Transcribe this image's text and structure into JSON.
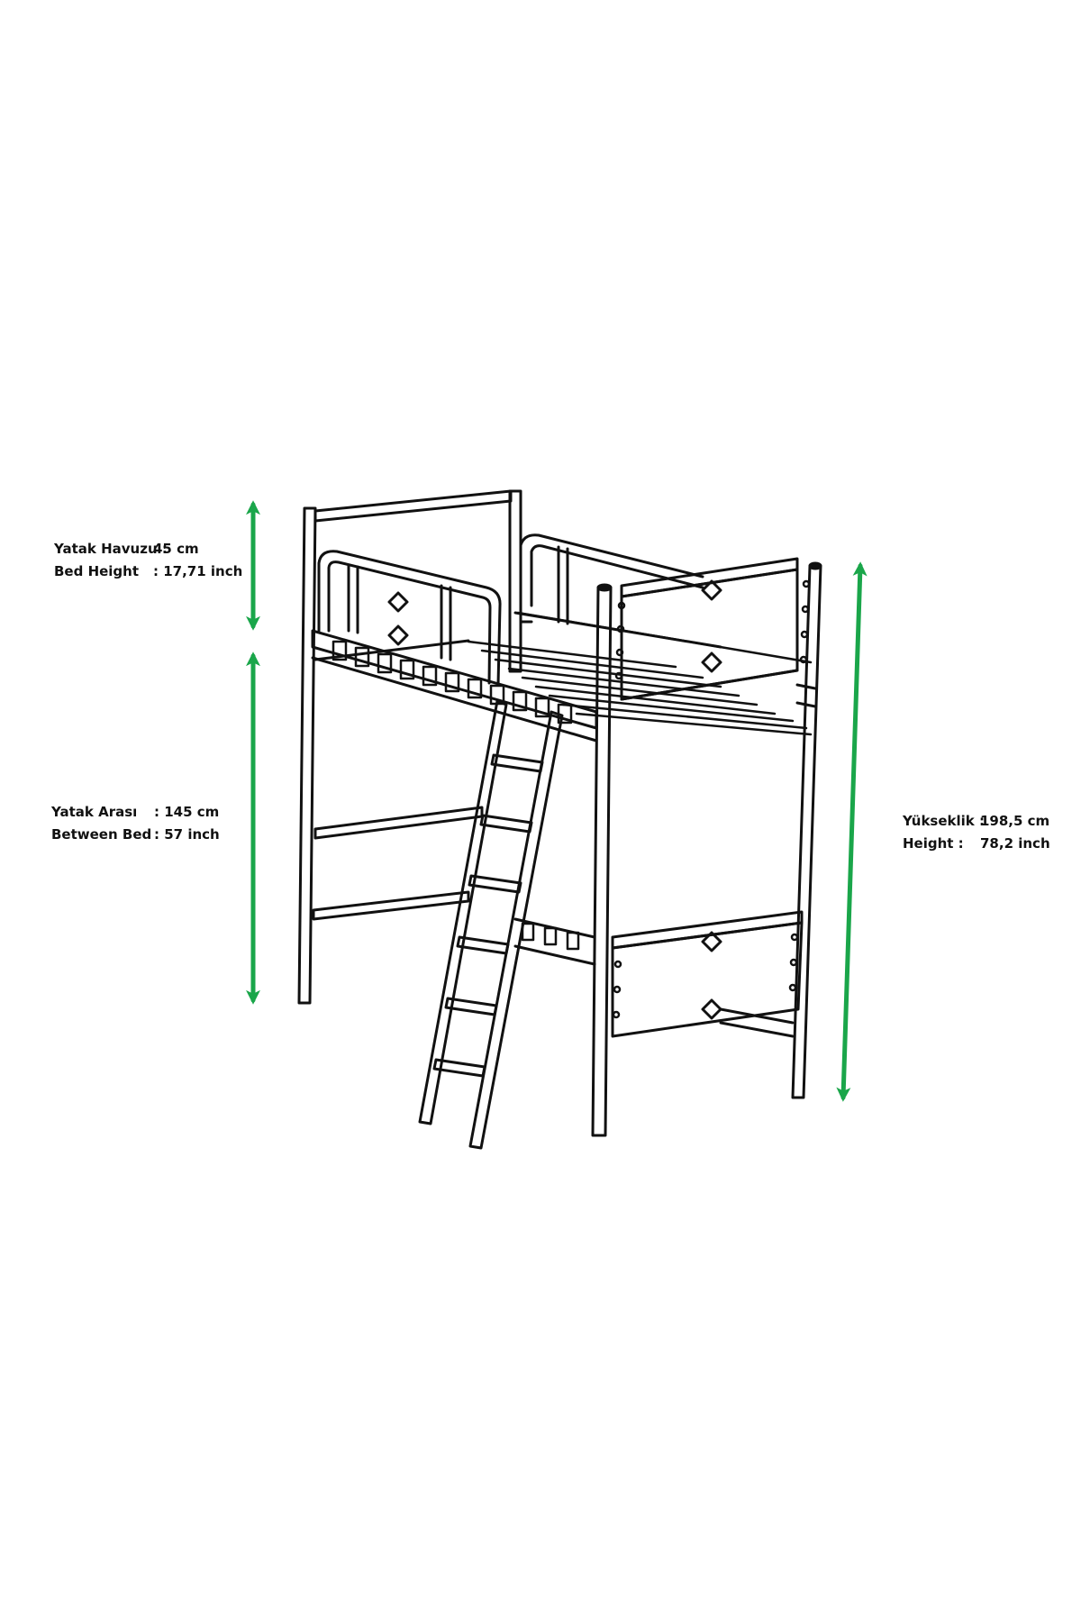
{
  "colors": {
    "arrow": "#1aa64a",
    "line": "#111111",
    "background": "#ffffff"
  },
  "dimensions": {
    "bed_height": {
      "label_tr": "Yatak Havuzu :",
      "value_tr": "45 cm",
      "label_en": "Bed Height",
      "value_en": ": 17,71 inch"
    },
    "between_bed": {
      "label_tr": "Yatak Arası",
      "value_tr": ": 145 cm",
      "label_en": "Between Bed",
      "value_en": ": 57 inch"
    },
    "height": {
      "label_tr": "Yükseklik  :",
      "value_tr": "198,5 cm",
      "label_en": "Height     :",
      "value_en": "78,2 inch"
    }
  },
  "icons": [
    "dimension-arrow-icon",
    "loft-bed-drawing"
  ]
}
